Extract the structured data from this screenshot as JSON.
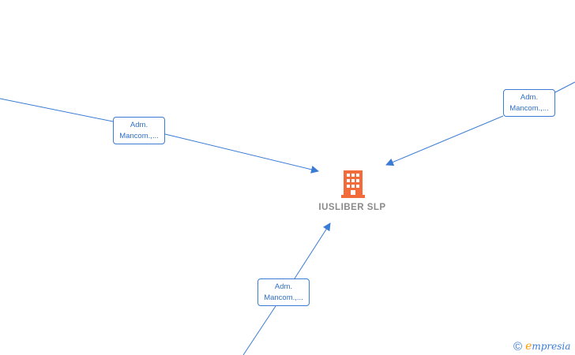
{
  "company": {
    "name": "IUSLIBER  SLP",
    "icon": "building-icon",
    "icon_color": "#f26b3a"
  },
  "edges": [
    {
      "id": "left",
      "label_line1": "Adm.",
      "label_line2": "Mancom.,..."
    },
    {
      "id": "right",
      "label_line1": "Adm.",
      "label_line2": "Mancom.,..."
    },
    {
      "id": "bottom",
      "label_line1": "Adm.",
      "label_line2": "Mancom.,..."
    }
  ],
  "colors": {
    "edge": "#3a7bd5",
    "label_text": "#2f6fc6",
    "node_text": "#8a8a8a"
  },
  "brand": {
    "copyright": "©",
    "first_letter": "e",
    "rest": "mpresia"
  }
}
